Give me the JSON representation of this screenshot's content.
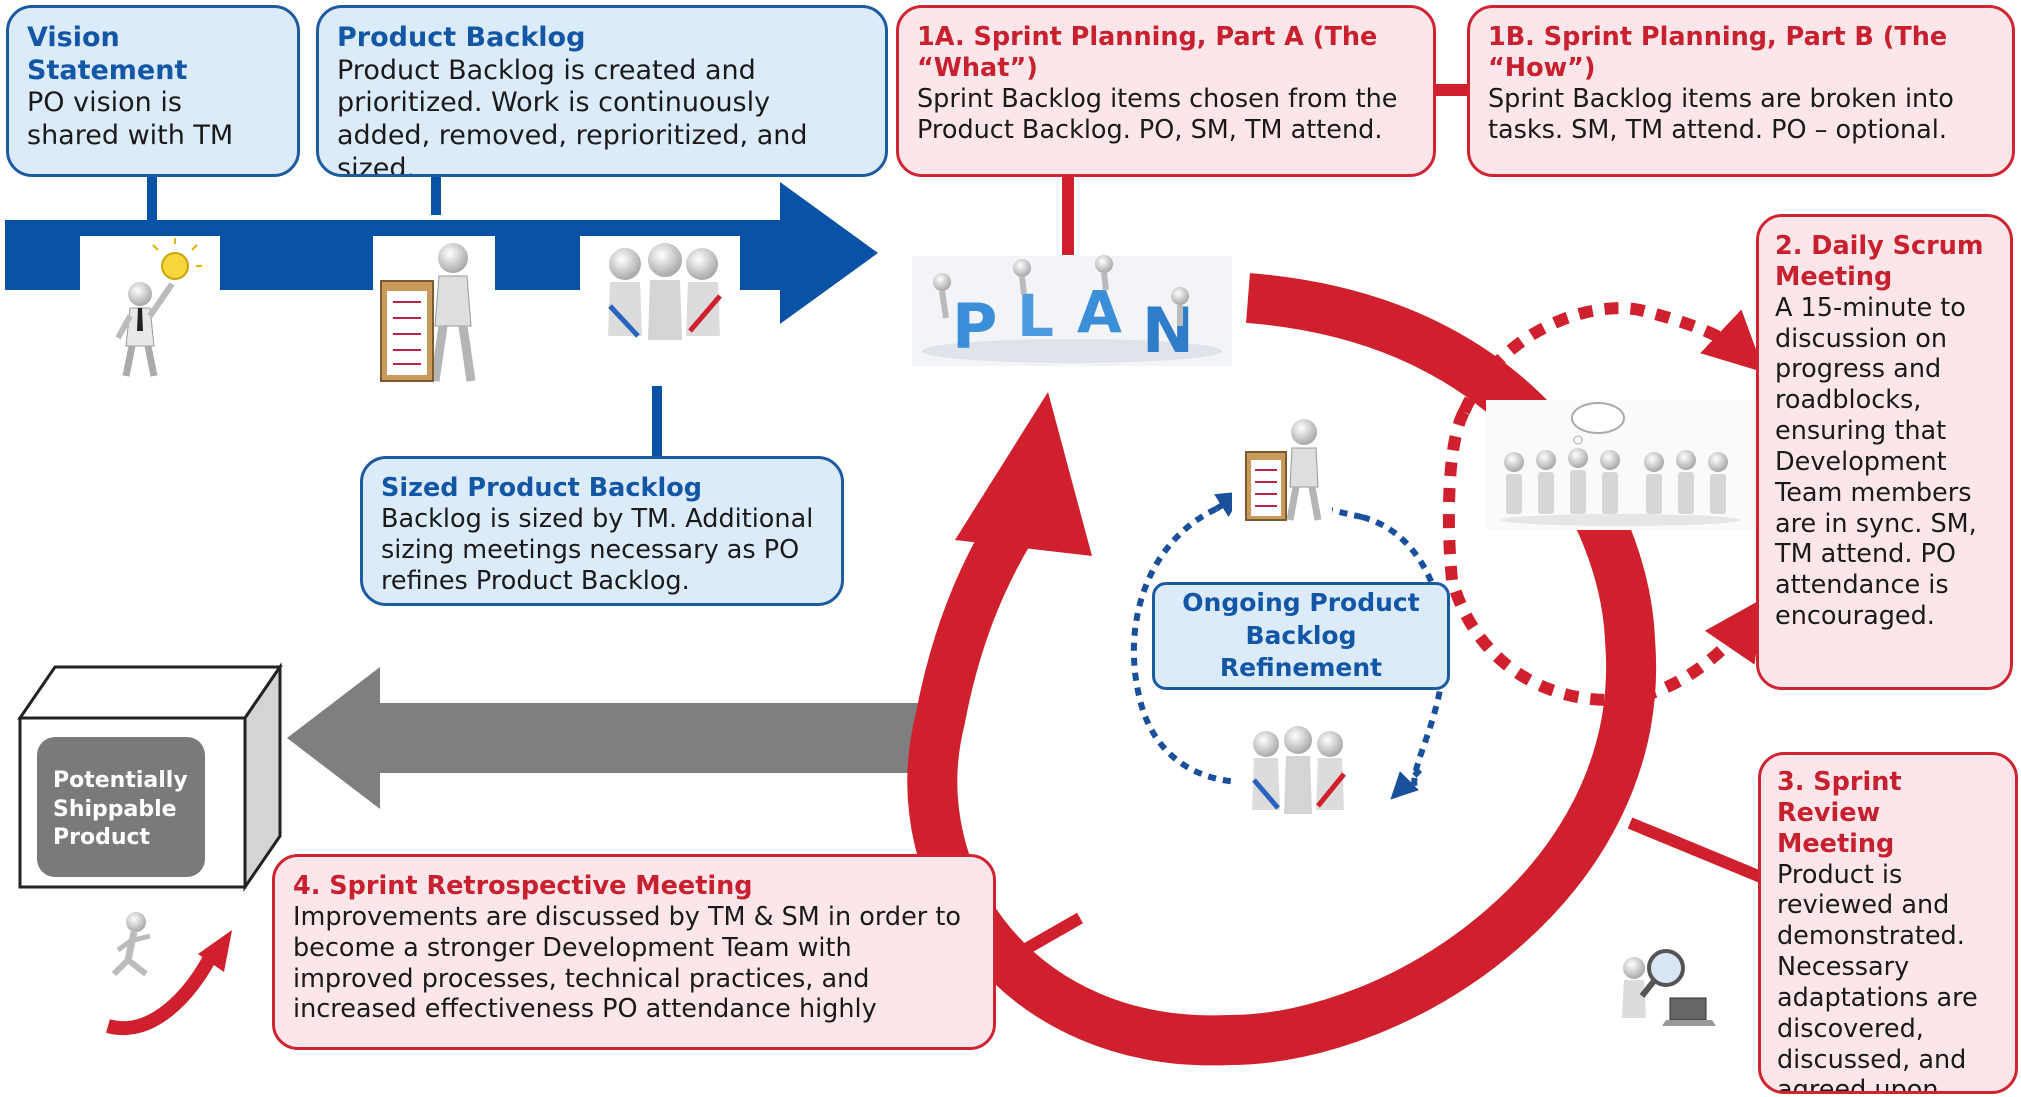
{
  "diagram": {
    "boxes": [
      {
        "id": "vision",
        "title": "Vision Statement",
        "body": "PO vision is shared with TM"
      },
      {
        "id": "backlog",
        "title": "Product Backlog",
        "body": "Product Backlog is created and prioritized. Work is continuously added, removed, reprioritized, and sized."
      },
      {
        "id": "plan_a",
        "title": "1A. Sprint Planning, Part A (The “What”)",
        "body": "Sprint Backlog items chosen from the Product Backlog. PO, SM, TM attend."
      },
      {
        "id": "plan_b",
        "title": "1B. Sprint Planning, Part B (The “How”)",
        "body": "Sprint Backlog items are broken into tasks. SM, TM attend. PO – optional."
      },
      {
        "id": "daily",
        "title": "2. Daily Scrum Meeting",
        "body": "A 15-minute to discussion on progress and roadblocks, ensuring that Development Team members are in sync. SM, TM attend. PO attendance is encouraged."
      },
      {
        "id": "sized",
        "title": "Sized Product Backlog",
        "body": "Backlog is sized by TM. Additional sizing meetings necessary as PO refines Product Backlog."
      },
      {
        "id": "review",
        "title": "3. Sprint Review Meeting",
        "body": "Product is reviewed and demonstrated. Necessary adaptations are discovered, discussed, and agreed upon."
      },
      {
        "id": "retro",
        "title": "4. Sprint Retrospective Meeting",
        "body": "Improvements are discussed by TM & SM in order to become a stronger Development Team with improved processes, technical practices, and increased effectiveness PO attendance highly"
      }
    ],
    "center_label": "Ongoing Product Backlog Refinement",
    "product_label": "Potentially Shippable Product",
    "plan_word": [
      "P",
      "L",
      "A",
      "N"
    ],
    "colors": {
      "blue_arrow": "#0a52a6",
      "red_cycle": "#d0202e",
      "gray_arrow": "#7f7f7f",
      "blue_box_fill": "#dcebfa",
      "red_box_fill": "#fde6ea",
      "dotted_blue": "#1a4f9c"
    },
    "icons": [
      "idea-person-icon",
      "clipboard-person-icon",
      "team-tools-icon",
      "plan-letters-icon",
      "refinement-clipboard-icon",
      "refinement-team-icon",
      "meeting-group-icon",
      "magnifier-laptop-icon",
      "runner-arrow-icon"
    ]
  }
}
